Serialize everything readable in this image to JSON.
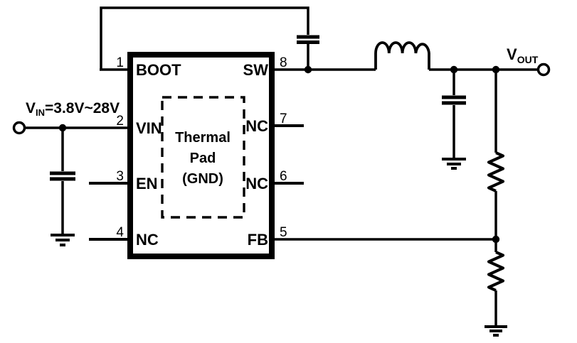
{
  "schematic": {
    "input_label": {
      "base": "V",
      "subscript": "IN",
      "value": "=3.8V~28V"
    },
    "output_label": {
      "base": "V",
      "subscript": "OUT"
    },
    "ic": {
      "pins": {
        "p1": {
          "number": "1",
          "name": "BOOT"
        },
        "p2": {
          "number": "2",
          "name": "VIN"
        },
        "p3": {
          "number": "3",
          "name": "EN"
        },
        "p4": {
          "number": "4",
          "name": "NC"
        },
        "p5": {
          "number": "5",
          "name": "FB"
        },
        "p6": {
          "number": "6",
          "name": "NC"
        },
        "p7": {
          "number": "7",
          "name": "NC"
        },
        "p8": {
          "number": "8",
          "name": "SW"
        }
      },
      "thermal_pad": {
        "line1": "Thermal",
        "line2": "Pad",
        "line3": "(GND)"
      }
    }
  }
}
